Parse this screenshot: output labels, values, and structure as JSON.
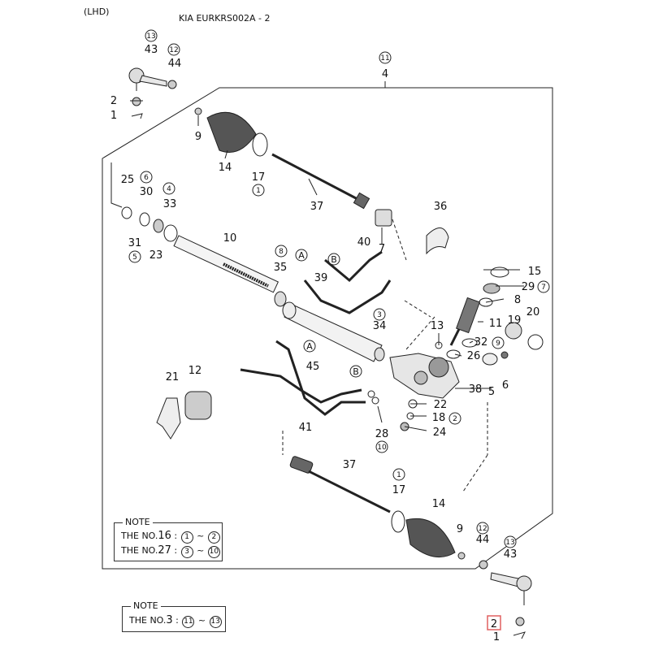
{
  "header": {
    "left": "(LHD)",
    "center": "KIA EURKRS002A - 2"
  },
  "labels": {
    "l43a": "43",
    "c13a": "13",
    "l44a": "44",
    "c12a": "12",
    "l2a": "2",
    "l1a": "1",
    "l4": "4",
    "c11": "11",
    "l9a": "9",
    "l14a": "14",
    "l17a": "17",
    "c1a": "1",
    "l37a": "37",
    "l36": "36",
    "l7": "7",
    "l40": "40",
    "l25": "25",
    "c6a": "6",
    "l30": "30",
    "c4": "4",
    "l33": "33",
    "l31": "31",
    "c5": "5",
    "l23": "23",
    "l10": "10",
    "c8": "8",
    "l35": "35",
    "l39": "39",
    "l15": "15",
    "l29": "29",
    "c7": "7",
    "l8": "8",
    "l11": "11",
    "l19": "19",
    "l20": "20",
    "l34": "34",
    "c3": "3",
    "l13": "13",
    "l32": "32",
    "c9": "9",
    "l26": "26",
    "l6": "6",
    "l5": "5",
    "l38": "38",
    "l21": "21",
    "l12": "12",
    "l45": "45",
    "l41": "41",
    "l22": "22",
    "l18": "18",
    "c2": "2",
    "l24": "24",
    "l28": "28",
    "c10": "10",
    "l37b": "37",
    "l17b": "17",
    "c1b": "1",
    "l14b": "14",
    "l9b": "9",
    "l44b": "44",
    "c12b": "12",
    "l43b": "43",
    "c13b": "13",
    "l2b": "2",
    "l1b": "1",
    "refA": "A",
    "refB": "B"
  },
  "notes": {
    "note1": {
      "title": "NOTE",
      "line1_prefix": "THE NO.",
      "line1_no": "16",
      "line1_from": "1",
      "line1_to": "2",
      "line2_prefix": "THE NO.",
      "line2_no": "27",
      "line2_from": "3",
      "line2_to": "10"
    },
    "note2": {
      "title": "NOTE",
      "line_prefix": "THE NO.",
      "line_no": "3",
      "line_from": "11",
      "line_to": "13"
    }
  },
  "highlight_color": "#e06060"
}
